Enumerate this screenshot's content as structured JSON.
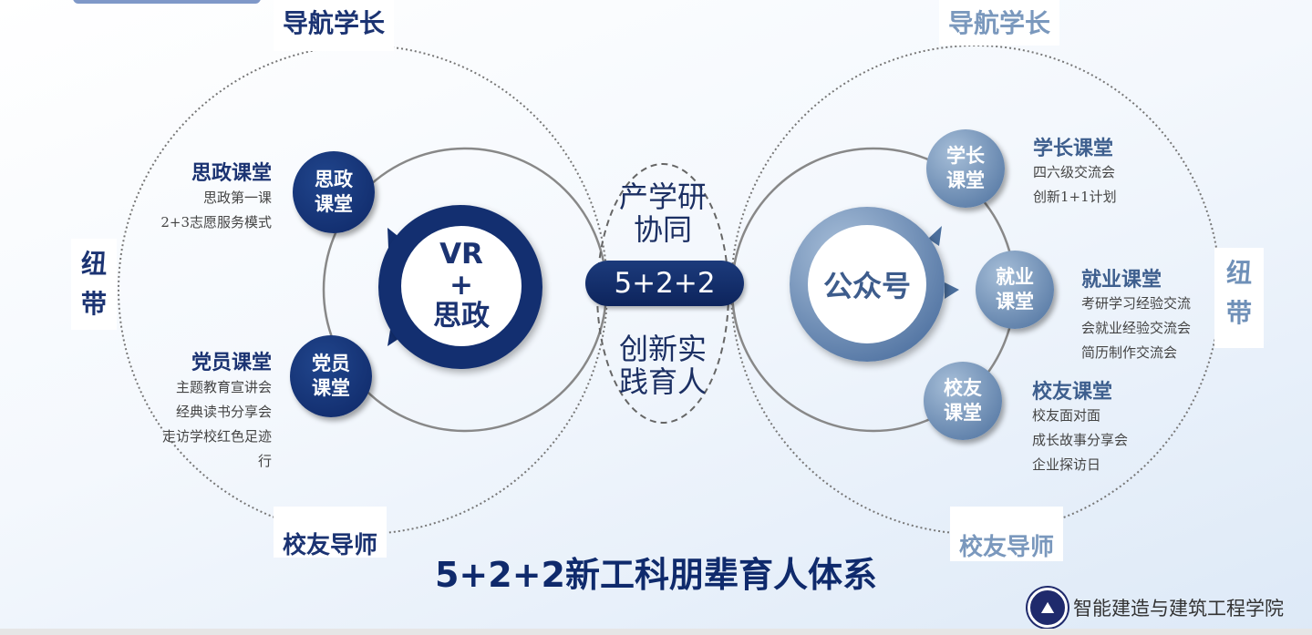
{
  "left": {
    "top_tag": "导航学长",
    "bottom_tag": "校友导师",
    "side_tag": [
      "纽",
      "带"
    ],
    "center": {
      "line1": "VR",
      "line2": "+",
      "line3": "思政"
    },
    "nodes": [
      {
        "circle": [
          "思政",
          "课堂"
        ],
        "heading": "思政课堂",
        "items": [
          "思政第一课",
          "2+3志愿服务模式"
        ]
      },
      {
        "circle": [
          "党员",
          "课堂"
        ],
        "heading": "党员课堂",
        "items": [
          "主题教育宣讲会",
          "经典读书分享会",
          "走访学校红色足迹",
          "行"
        ]
      }
    ]
  },
  "middle": {
    "top": [
      "产学研",
      "协同"
    ],
    "pill": "5+2+2",
    "bottom": [
      "创新实",
      "践育人"
    ]
  },
  "right": {
    "top_tag": "导航学长",
    "bottom_tag": "校友导师",
    "side_tag": [
      "纽",
      "带"
    ],
    "center": "公众号",
    "nodes": [
      {
        "circle": [
          "学长",
          "课堂"
        ],
        "heading": "学长课堂",
        "items": [
          "四六级交流会",
          "创新1+1计划"
        ]
      },
      {
        "circle": [
          "就业",
          "课堂"
        ],
        "heading": "就业课堂",
        "items": [
          "考研学习经验交流",
          "会就业经验交流会",
          "简历制作交流会"
        ]
      },
      {
        "circle": [
          "校友",
          "课堂"
        ],
        "heading": "校友课堂",
        "items": [
          "校友面对面",
          "成长故事分享会",
          "企业探访日"
        ]
      }
    ]
  },
  "title": "5+2+2新工科朋辈育人体系",
  "college": "智能建造与建筑工程学院",
  "colors": {
    "navy": "#132f70",
    "steel": "#4b6f9d",
    "title": "#0f2a6c"
  }
}
